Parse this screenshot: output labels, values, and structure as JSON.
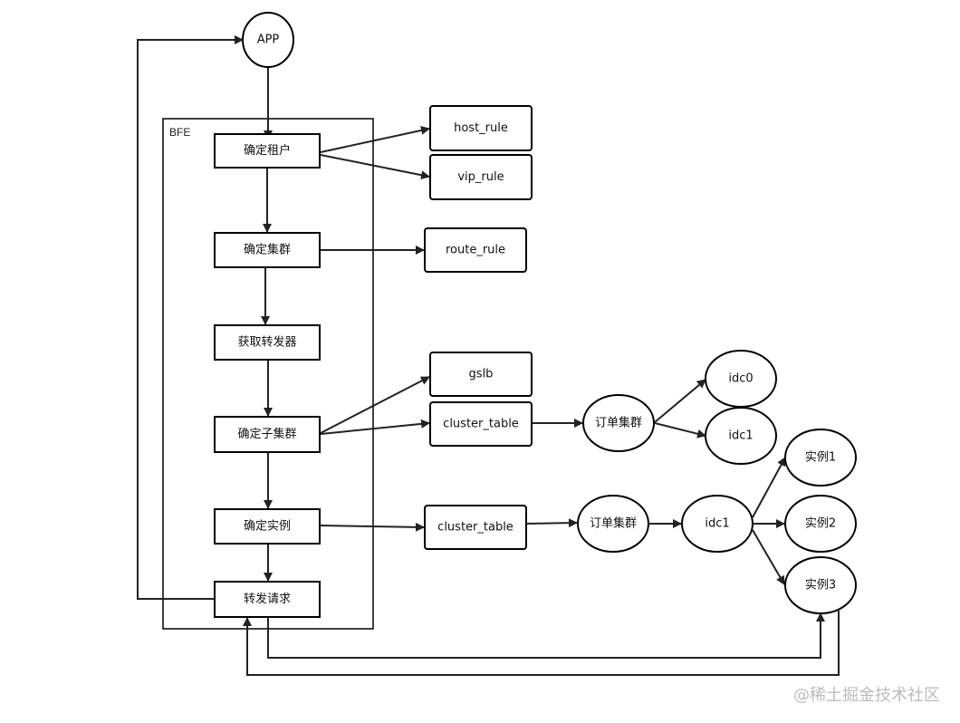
{
  "diagram": {
    "container_label": "BFE",
    "nodes": {
      "app": "APP",
      "confirm_tenant": "确定租户",
      "confirm_cluster": "确定集群",
      "get_forwarder": "获取转发器",
      "confirm_subcluster": "确定子集群",
      "confirm_instance": "确定实例",
      "forward_request": "转发请求",
      "host_rule": "host_rule",
      "vip_rule": "vip_rule",
      "route_rule": "route_rule",
      "gslb": "gslb",
      "cluster_table_1": "cluster_table",
      "order_cluster_1": "订单集群",
      "idc0": "idc0",
      "idc1_a": "idc1",
      "cluster_table_2": "cluster_table",
      "order_cluster_2": "订单集群",
      "idc1_b": "idc1",
      "instance1": "实例1",
      "instance2": "实例2",
      "instance3": "实例3"
    }
  },
  "watermark": "@稀土掘金技术社区",
  "colors": {
    "stroke": "#000000",
    "edge": "#222222",
    "watermark": "#b9bcc2"
  }
}
